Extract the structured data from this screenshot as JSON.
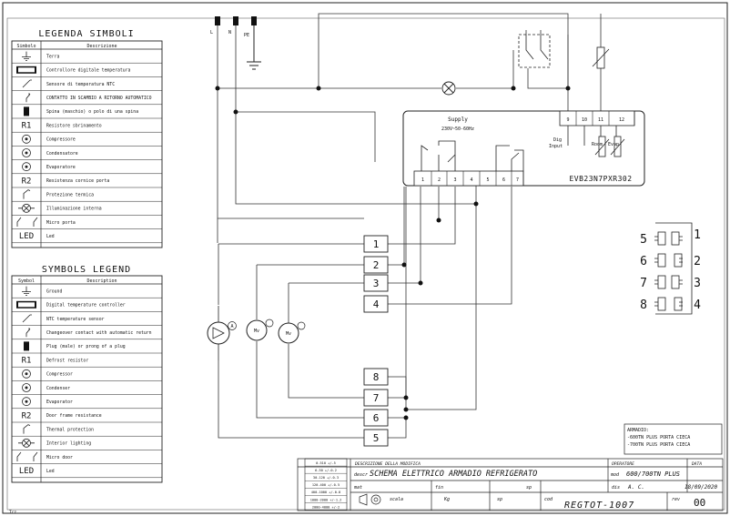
{
  "legend_it": {
    "title": "LEGENDA SIMBOLI",
    "col_symbol": "Simbolo",
    "col_desc": "Descrizione",
    "rows": [
      {
        "icon": "ground-icon",
        "desc": "Terra"
      },
      {
        "icon": "digital-controller-icon",
        "desc": "Controllore digitale temperatura"
      },
      {
        "icon": "ntc-sensor-icon",
        "desc": "Sensore di temperatura NTC"
      },
      {
        "icon": "changeover-contact-icon",
        "desc": "CONTATTO IN SCAMBIO A RITORNO AUTOMATICO"
      },
      {
        "icon": "plug-icon",
        "desc": "Spina (maschio) o polo di una spina"
      },
      {
        "icon": "defrost-resistor-icon",
        "label": "R1",
        "desc": "Resistore sbrinamento"
      },
      {
        "icon": "compressor-icon",
        "desc": "Compressore"
      },
      {
        "icon": "condenser-icon",
        "desc": "Condensatore"
      },
      {
        "icon": "evaporator-icon",
        "desc": "Evaporatore"
      },
      {
        "icon": "door-resistor-icon",
        "label": "R2",
        "desc": "Resistenza cornice porta"
      },
      {
        "icon": "thermal-protection-icon",
        "desc": "Protezione termica"
      },
      {
        "icon": "lamp-icon",
        "desc": "Illuminazione interna"
      },
      {
        "icon": "door-switch-icon",
        "desc": "Micro porta"
      },
      {
        "icon": "led-icon",
        "label": "LED",
        "desc": "Led"
      }
    ]
  },
  "legend_en": {
    "title": "SYMBOLS LEGEND",
    "col_symbol": "Symbol",
    "col_desc": "Description",
    "rows": [
      {
        "icon": "ground-icon",
        "desc": "Ground"
      },
      {
        "icon": "digital-controller-icon",
        "desc": "Digital temperature controller"
      },
      {
        "icon": "ntc-sensor-icon",
        "desc": "NTC temperature sensor"
      },
      {
        "icon": "changeover-contact-icon",
        "desc": "Changeover contact with automatic return"
      },
      {
        "icon": "plug-icon",
        "desc": "Plug (male) or prong of a plug"
      },
      {
        "icon": "defrost-resistor-icon",
        "label": "R1",
        "desc": "Defrost resistor"
      },
      {
        "icon": "compressor-icon",
        "desc": "Compressor"
      },
      {
        "icon": "condenser-icon",
        "desc": "Condenser"
      },
      {
        "icon": "evaporator-icon",
        "desc": "Evaporator"
      },
      {
        "icon": "door-resistor-icon",
        "label": "R2",
        "desc": "Door frame resistance"
      },
      {
        "icon": "thermal-protection-icon",
        "desc": "Thermal protection"
      },
      {
        "icon": "lamp-icon",
        "desc": "Interior lighting"
      },
      {
        "icon": "door-switch-icon",
        "desc": "Micro door"
      },
      {
        "icon": "led-icon",
        "label": "LED",
        "desc": "Led"
      }
    ]
  },
  "mains": {
    "line": "L",
    "neutral": "N",
    "earth": "PE"
  },
  "controller": {
    "model": "EVB23N7PXR302",
    "supply_line1": "Supply",
    "supply_line2": "230V~50-60Hz",
    "terminals": [
      "1",
      "2",
      "3",
      "4",
      "5",
      "6",
      "7"
    ],
    "top_terminals": [
      "9",
      "10",
      "11",
      "12"
    ],
    "label_dig": "Dig",
    "label_input": "Input",
    "label_room": "Room",
    "label_evap": "Evap"
  },
  "terminal_block_a": [
    "1",
    "2",
    "3",
    "4"
  ],
  "terminal_block_b": [
    "8",
    "7",
    "6",
    "5"
  ],
  "motors": [
    "A",
    "Mv",
    "Mv"
  ],
  "connector": {
    "left": [
      "5",
      "6",
      "7",
      "8"
    ],
    "right": [
      "1",
      "2",
      "3",
      "4"
    ]
  },
  "title_block": {
    "armadio_label": "ARMADIO:",
    "armadio_line1": "-600TN PLUS PORTA CIECA",
    "armadio_line2": "-700TN PLUS PORTA CIECA",
    "revisions": [
      "0.510 +/-5",
      "6-30 +/-0.2",
      "30-120 +/-0.3",
      "120-400 +/-0.5",
      "400-1000 +/-0.8",
      "1000-2000 +/-1.2",
      "2000-4000 +/-2"
    ],
    "desc_header": "DESCRIZIONE DELLA MODIFICA",
    "operator_header": "OPERATORE",
    "date_header": "DATA",
    "desc_label": "descr",
    "description": "SCHEMA ELETTRICO ARMADIO REFRIGERATO",
    "mod_label": "mod",
    "mod_value": "600/700TN PLUS",
    "mat_label": "mat",
    "fin_label": "fin",
    "sp_label": "sp",
    "dis_label": "dis",
    "dis_value": "A. C.",
    "date_value": "18/09/2020",
    "scale_label": "scala",
    "kg_label": "Kg",
    "sp2_label": "sp",
    "cod_label": "cod",
    "code_value": "REGTOT-1007",
    "rev_label": "rev",
    "rev_value": "00"
  },
  "corner_note": "Trz"
}
